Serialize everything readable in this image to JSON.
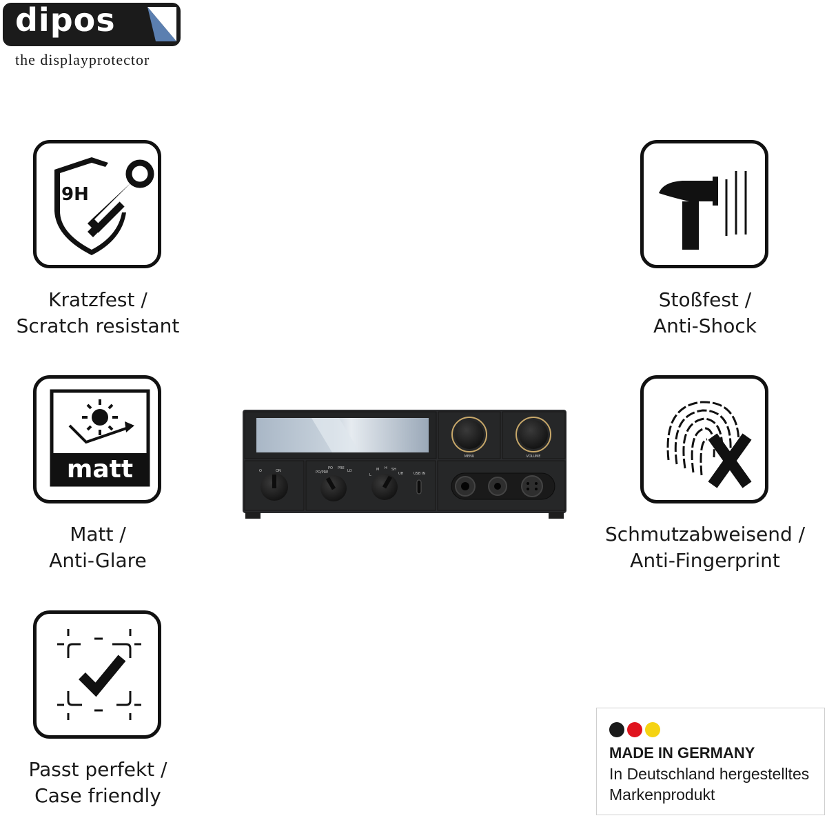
{
  "brand": {
    "name": "dipos",
    "tagline": "the displayprotector"
  },
  "features": [
    {
      "id": "scratch",
      "icon": "shield-key-icon",
      "badge": "9H",
      "line1": "Kratzfest /",
      "line2": "Scratch resistant"
    },
    {
      "id": "matt",
      "icon": "sun-matt-icon",
      "badge": "matt",
      "line1": "Matt /",
      "line2": "Anti-Glare"
    },
    {
      "id": "case",
      "icon": "check-frame-icon",
      "line1": "Passt perfekt /",
      "line2": "Case friendly"
    },
    {
      "id": "shock",
      "icon": "hammer-icon",
      "line1": "Stoßfest /",
      "line2": "Anti-Shock"
    },
    {
      "id": "fingerprint",
      "icon": "fingerprint-x-icon",
      "line1": "Schmutzabweisend /",
      "line2": "Anti-Fingerprint"
    }
  ],
  "device": {
    "knob_labels": [
      "MENU",
      "VOLUME"
    ],
    "switch_labels": [
      "O",
      "ON"
    ],
    "gain_labels": [
      "PO/PRE",
      "PO",
      "PRE",
      "LO"
    ],
    "imp_labels": [
      "L",
      "M",
      "H",
      "SH",
      "UH"
    ],
    "usb_label": "USB IN"
  },
  "made_in": {
    "colors": [
      "#1a1a1a",
      "#e0141e",
      "#f5d312"
    ],
    "title": "MADE IN GERMANY",
    "line1": "In Deutschland hergestelltes",
    "line2": "Markenprodukt"
  }
}
